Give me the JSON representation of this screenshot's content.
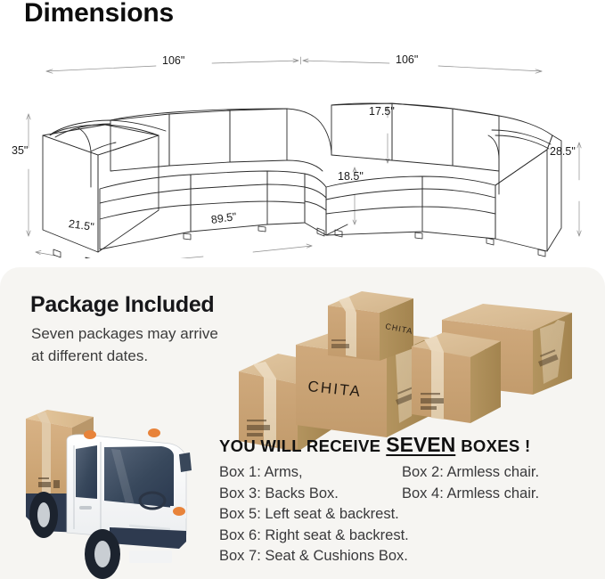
{
  "dimensions": {
    "title": "Dimensions",
    "labels": {
      "top_left_width": "106\"",
      "top_right_width": "106\"",
      "left_height": "35\"",
      "right_height": "28.5\"",
      "backrest_height": "17.5\"",
      "seat_height": "18.5\"",
      "arm_depth": "21.5\"",
      "front_length": "89.5\""
    }
  },
  "package": {
    "title": "Package Included",
    "subtitle": "Seven packages may arrive\nat different dates.",
    "brand": "CHITA",
    "receive_heading": {
      "prefix": "YOU WILL RECEIVE",
      "count": "SEVEN",
      "suffix": "BOXES !"
    },
    "boxes": [
      {
        "col1": "Box 1: Arms,",
        "col2": "Box 2: Armless chair."
      },
      {
        "col1": "Box 3: Backs Box.",
        "col2": "Box 4: Armless chair."
      },
      {
        "col1": "Box 5: Left seat & backrest.",
        "col2": ""
      },
      {
        "col1": "Box 6: Right seat & backrest.",
        "col2": ""
      },
      {
        "col1": "Box 7: Seat & Cushions Box.",
        "col2": ""
      }
    ]
  },
  "colors": {
    "panel_background": "#f6f5f2",
    "page_background": "#ffffff",
    "text_dark": "#17171a",
    "text_body": "#39393b",
    "line": "#2b2b2b",
    "box_front": "#c8a273",
    "box_top": "#dcc09a",
    "box_side": "#ad8d60",
    "box_tape": "#e8d7bd",
    "truck_body": "#ffffff",
    "truck_chassis": "#2e3a4f",
    "truck_glass": "#3c4a5c",
    "truck_light": "#e8833a"
  }
}
